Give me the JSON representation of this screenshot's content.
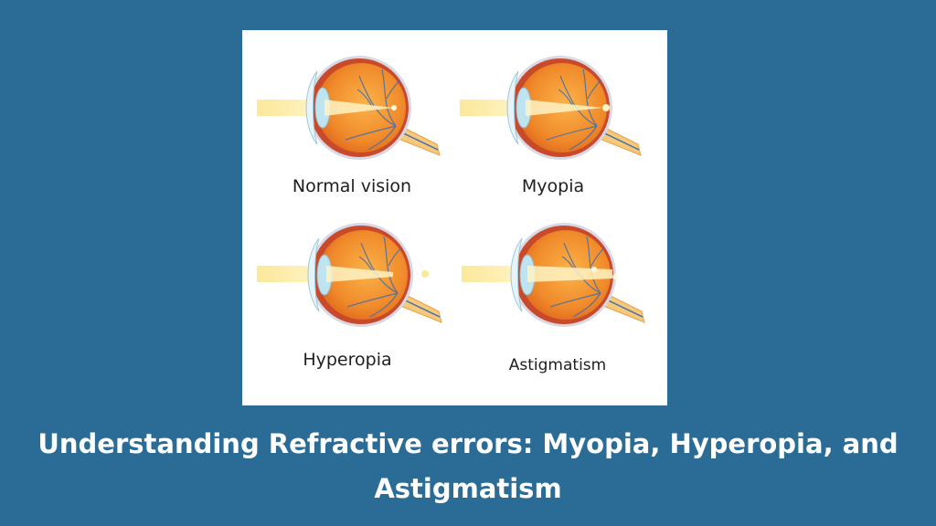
{
  "diagram": {
    "panels": [
      {
        "id": "normal",
        "label": "Normal vision",
        "focus": "retina"
      },
      {
        "id": "myopia",
        "label": "Myopia",
        "focus": "before-retina"
      },
      {
        "id": "hyperopia",
        "label": "Hyperopia",
        "focus": "behind-retina"
      },
      {
        "id": "astigmatism",
        "label": "Astigmatism",
        "focus": "multiple"
      }
    ]
  },
  "headline": {
    "line1": "Understanding Refractive errors: Myopia, Hyperopia, and",
    "line2": "Astigmatism"
  },
  "colors": {
    "background": "#2a6c96",
    "panel": "#ffffff",
    "light_beam": "#fbe89a",
    "eye_interior": "#f08a2a",
    "sclera": "#c94a2a",
    "lens": "#bfe3ef",
    "optic_nerve": "#f6c87a",
    "vessels": "#3c6fb0"
  }
}
